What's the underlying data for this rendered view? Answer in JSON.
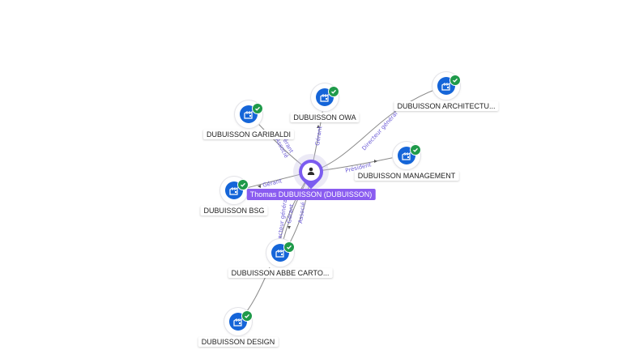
{
  "center": {
    "name": "Thomas DUBUISSON (DUBUISSON)",
    "icon": "person-icon",
    "color": "#8a5cf0"
  },
  "companies": [
    {
      "id": "garibaldi",
      "name": "DUBUISSON GARIBALDI",
      "icon": "company-building-icon",
      "verified": true
    },
    {
      "id": "owa",
      "name": "DUBUISSON OWA",
      "icon": "company-building-icon",
      "verified": true
    },
    {
      "id": "architectu",
      "name": "DUBUISSON ARCHITECTU...",
      "icon": "company-building-icon",
      "verified": true
    },
    {
      "id": "management",
      "name": "DUBUISSON MANAGEMENT",
      "icon": "company-building-icon",
      "verified": true
    },
    {
      "id": "bsg",
      "name": "DUBUISSON BSG",
      "icon": "company-building-icon",
      "verified": true
    },
    {
      "id": "abbe",
      "name": "DUBUISSON ABBE CARTO...",
      "icon": "company-building-icon",
      "verified": true
    },
    {
      "id": "design",
      "name": "DUBUISSON DESIGN",
      "icon": "company-building-icon",
      "verified": true
    }
  ],
  "relations": {
    "garibaldi_1": "Gérant",
    "garibaldi_2": "Associé",
    "owa": "Gérant",
    "architectu": "Directeur général",
    "management": "Président",
    "bsg": "Gérant",
    "abbe_1": "Gérant",
    "abbe_2": "Associé",
    "abbe_3": "Directeur général"
  },
  "colors": {
    "company_disc": "#1565d8",
    "verified_badge": "#1f9a4a",
    "edge_label": "#6b5bd6",
    "edge": "#8a8a8a"
  }
}
